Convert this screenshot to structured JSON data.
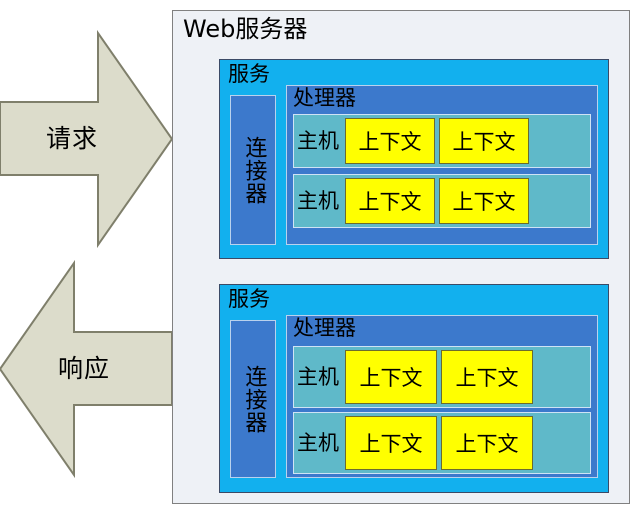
{
  "diagram": {
    "title": "Web服务器",
    "arrows": [
      {
        "id": "request",
        "label": "请求",
        "direction": "right",
        "fill": "#dcdccb",
        "stroke": "#7f7f6b"
      },
      {
        "id": "response",
        "label": "响应",
        "direction": "left",
        "fill": "#dcdccb",
        "stroke": "#7f7f6b"
      }
    ],
    "services": [
      {
        "label": "服务",
        "connector": {
          "label": "连接器"
        },
        "processor": {
          "label": "处理器",
          "hosts": [
            {
              "label": "主机",
              "contexts": [
                "上下文",
                "上下文"
              ]
            },
            {
              "label": "主机",
              "contexts": [
                "上下文",
                "上下文"
              ]
            }
          ]
        }
      },
      {
        "label": "服务",
        "connector": {
          "label": "连接器"
        },
        "processor": {
          "label": "处理器",
          "hosts": [
            {
              "label": "主机",
              "contexts": [
                "上下文",
                "上下文"
              ]
            },
            {
              "label": "主机",
              "contexts": [
                "上下文",
                "上下文"
              ]
            }
          ]
        }
      }
    ]
  },
  "colors": {
    "canvas": "#ffffff",
    "web_server_bg": "#eef1f6",
    "web_server_border": "#808080",
    "service_bg": "#12b0ee",
    "service_border": "#3b4a66",
    "connector_bg": "#3c79cc",
    "processor_bg": "#3c79cc",
    "inner_border": "#b9d2ee",
    "host_bg": "#5fb9c9",
    "context_bg": "#ffff00",
    "arrow_fill": "#dcdccb",
    "arrow_stroke": "#7f7f6b",
    "text": "#000000"
  }
}
